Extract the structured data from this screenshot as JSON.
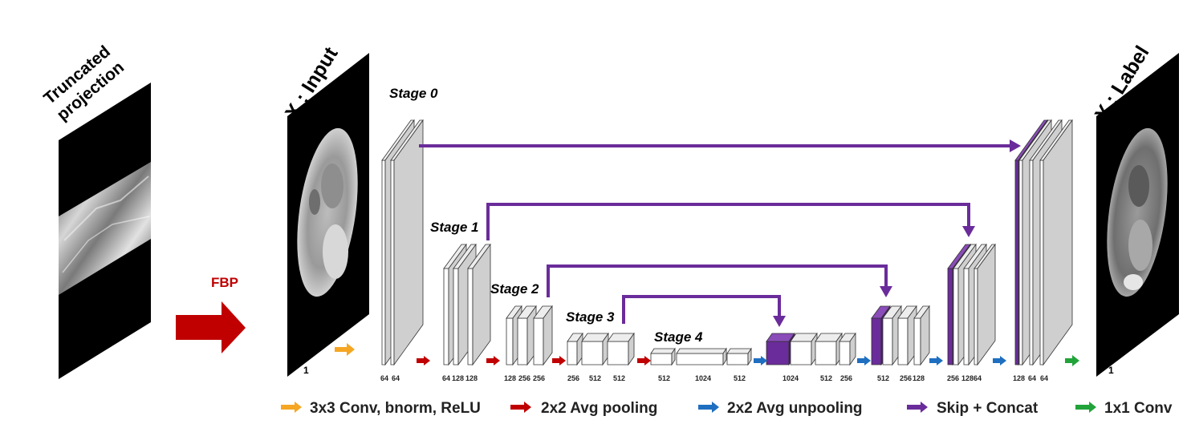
{
  "titles": {
    "truncated_line1": "Truncated",
    "truncated_line2": "projection",
    "input": "X : Input",
    "label": "Y : Label",
    "fbp": "FBP",
    "input_channels": "1",
    "label_channels": "1"
  },
  "stages": [
    "Stage 0",
    "Stage 1",
    "Stage 2",
    "Stage 3",
    "Stage 4"
  ],
  "channels": {
    "s0_enc": [
      "64",
      "64"
    ],
    "s1_enc": [
      "64",
      "128",
      "128"
    ],
    "s2_enc": [
      "128",
      "256",
      "256"
    ],
    "s3_enc": [
      "256",
      "512",
      "512"
    ],
    "s4": [
      "512",
      "1024",
      "512"
    ],
    "s3_dec": [
      "1024",
      "512",
      "256"
    ],
    "s2_dec": [
      "512",
      "256",
      "128"
    ],
    "s1_dec": [
      "256",
      "128",
      "64"
    ],
    "s0_dec": [
      "128",
      "64",
      "64"
    ]
  },
  "legend": [
    {
      "label": "3x3 Conv, bnorm, ReLU",
      "color": "#f5a623"
    },
    {
      "label": "2x2 Avg pooling",
      "color": "#c00000"
    },
    {
      "label": "2x2 Avg unpooling",
      "color": "#1f6fc0"
    },
    {
      "label": "Skip + Concat",
      "color": "#6a2c9a"
    },
    {
      "label": "1x1 Conv",
      "color": "#22a33a"
    }
  ],
  "colors": {
    "conv": "#f5a623",
    "pool": "#c00000",
    "unpool": "#1f6fc0",
    "skip": "#6a2c9a",
    "onebyone": "#22a33a",
    "fbp_arrow": "#c00000",
    "skip_fill": "#6a2c9a",
    "block_face": "#ffffff",
    "block_side": "#cfcfcf"
  }
}
